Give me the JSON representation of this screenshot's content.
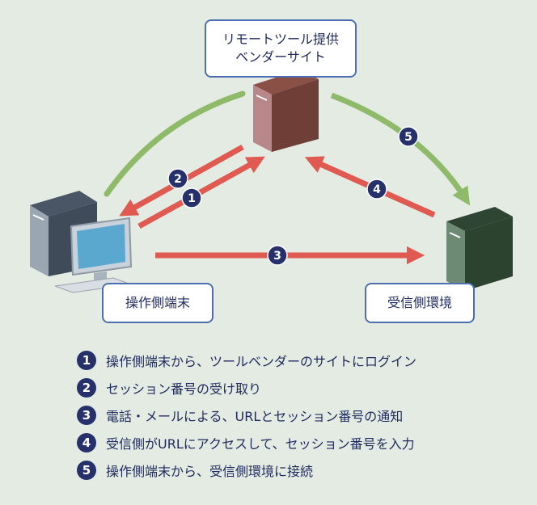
{
  "nodes": {
    "vendor": {
      "line1": "リモートツール提供",
      "line2": "ベンダーサイト"
    },
    "operator": "操作側端末",
    "receiver": "受信側環境"
  },
  "arrow_badges": [
    "1",
    "2",
    "3",
    "4",
    "5"
  ],
  "steps": [
    {
      "num": "1",
      "text": "操作側端末から、ツールベンダーのサイトにログイン"
    },
    {
      "num": "2",
      "text": "セッション番号の受け取り"
    },
    {
      "num": "3",
      "text": "電話・メールによる、URLとセッション番号の通知"
    },
    {
      "num": "4",
      "text": "受信側がURLにアクセスして、セッション番号を入力"
    },
    {
      "num": "5",
      "text": "操作側端末から、受信側環境に接続"
    }
  ],
  "colors": {
    "background": "#e3ebe3",
    "red_arrow": "#e05a52",
    "green_arrow": "#8fba6a",
    "badge": "#26306a",
    "label_border": "#4d6fb0"
  }
}
